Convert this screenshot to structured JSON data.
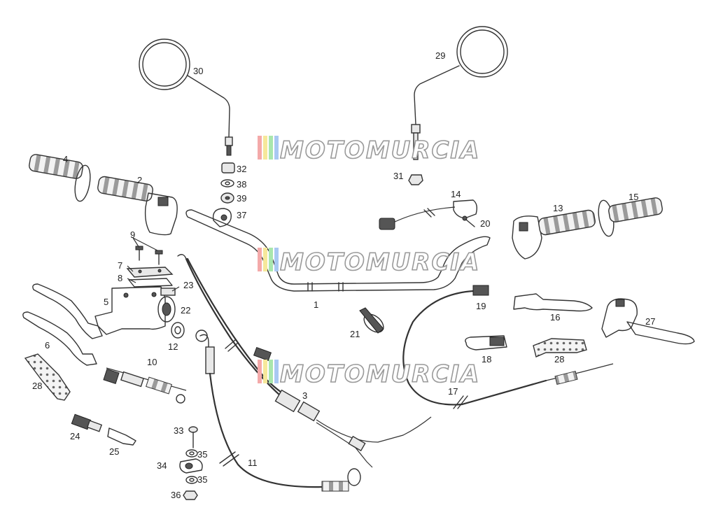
{
  "diagram": {
    "watermark": "MOTOMURCIA",
    "watermark_colors": [
      "#f4a9a9",
      "#f6e89a",
      "#a9e6ad",
      "#a9c8f2"
    ],
    "labels": [
      {
        "id": "1",
        "text": "1"
      },
      {
        "id": "2",
        "text": "2"
      },
      {
        "id": "3",
        "text": "3"
      },
      {
        "id": "4",
        "text": "4"
      },
      {
        "id": "5",
        "text": "5"
      },
      {
        "id": "6",
        "text": "6"
      },
      {
        "id": "7",
        "text": "7"
      },
      {
        "id": "8",
        "text": "8"
      },
      {
        "id": "9",
        "text": "9"
      },
      {
        "id": "10",
        "text": "10"
      },
      {
        "id": "11",
        "text": "11"
      },
      {
        "id": "12",
        "text": "12"
      },
      {
        "id": "13",
        "text": "13"
      },
      {
        "id": "14",
        "text": "14"
      },
      {
        "id": "15",
        "text": "15"
      },
      {
        "id": "16",
        "text": "16"
      },
      {
        "id": "17",
        "text": "17"
      },
      {
        "id": "18",
        "text": "18"
      },
      {
        "id": "19",
        "text": "19"
      },
      {
        "id": "20",
        "text": "20"
      },
      {
        "id": "21",
        "text": "21"
      },
      {
        "id": "22",
        "text": "22"
      },
      {
        "id": "23",
        "text": "23"
      },
      {
        "id": "24",
        "text": "24"
      },
      {
        "id": "25",
        "text": "25"
      },
      {
        "id": "27",
        "text": "27"
      },
      {
        "id": "28a",
        "text": "28"
      },
      {
        "id": "28b",
        "text": "28"
      },
      {
        "id": "29",
        "text": "29"
      },
      {
        "id": "30",
        "text": "30"
      },
      {
        "id": "31",
        "text": "31"
      },
      {
        "id": "32",
        "text": "32"
      },
      {
        "id": "33",
        "text": "33"
      },
      {
        "id": "34",
        "text": "34"
      },
      {
        "id": "35a",
        "text": "35"
      },
      {
        "id": "35b",
        "text": "35"
      },
      {
        "id": "36",
        "text": "36"
      },
      {
        "id": "37",
        "text": "37"
      },
      {
        "id": "38",
        "text": "38"
      },
      {
        "id": "39",
        "text": "39"
      }
    ]
  }
}
